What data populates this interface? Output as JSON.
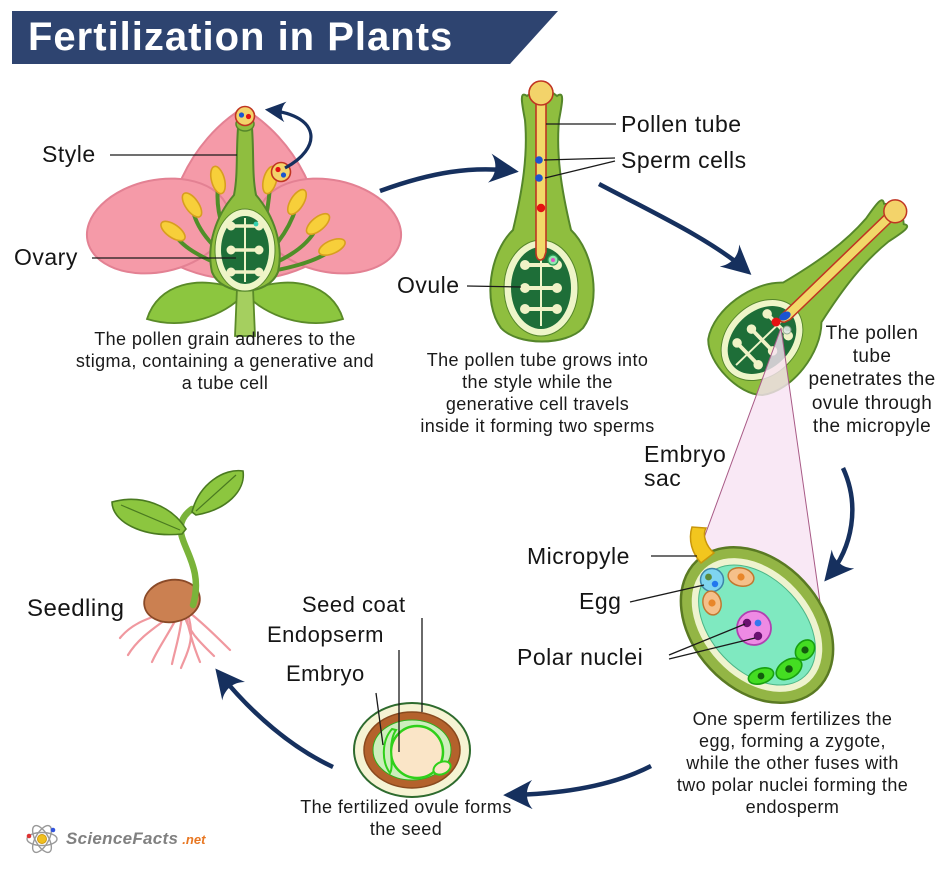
{
  "title": "Fertilization in Plants",
  "labels": {
    "style": "Style",
    "ovary": "Ovary",
    "pollen_tube": "Pollen tube",
    "sperm_cells": "Sperm cells",
    "ovule": "Ovule",
    "embryo_sac": "Embryo sac",
    "micropyle": "Micropyle",
    "egg": "Egg",
    "polar_nuclei": "Polar nuclei",
    "seed_coat": "Seed coat",
    "endosperm": "Endopserm",
    "embryo": "Embryo",
    "seedling": "Seedling"
  },
  "captions": {
    "step1": "The pollen grain adheres to the stigma, containing a generative and a tube cell",
    "step2": "The pollen tube grows into the style while the generative cell travels inside it forming two sperms",
    "step3": "The pollen tube penetrates the ovule through the micropyle",
    "step4": "One sperm fertilizes the egg, forming a zygote, while the other fuses with two polar nuclei forming the endosperm",
    "step5": "The fertilized ovule forms the seed"
  },
  "logo": {
    "brand": "ScienceFacts",
    "tld": ".net"
  },
  "colors": {
    "banner_navy": "#2e4470",
    "arrow_navy": "#16305e",
    "petal_pink": "#f59aa8",
    "leaf_green": "#8cc63f",
    "pistil_green": "#8fbe3f",
    "ovary_dark_green": "#1e6e38",
    "ovule_cream": "#f0f2c6",
    "pollen_yellow": "#f3d36a",
    "tube_outline_red": "#c03522",
    "sperm_blue": "#1b54d0",
    "sperm_red": "#e51212",
    "sac_fill_aqua": "#7fe9c0",
    "sac_rim_green": "#93b545",
    "egg_cyan": "#7fd4f0",
    "synergid_peach": "#f5c08a",
    "central_cell_violet": "#ee8ae4",
    "antipodal_green": "#44dd22",
    "cone_pink": "#f7e2f3",
    "micropyle_yellow": "#f2c61e",
    "seed_coat_brown": "#b4622c",
    "endosperm_fill": "#cdeebd",
    "embryo_green": "#2fd01a",
    "seed_brown": "#cb8051",
    "root_pink": "#f0989f",
    "logo_orange": "#e87722",
    "logo_gray": "#808080"
  }
}
